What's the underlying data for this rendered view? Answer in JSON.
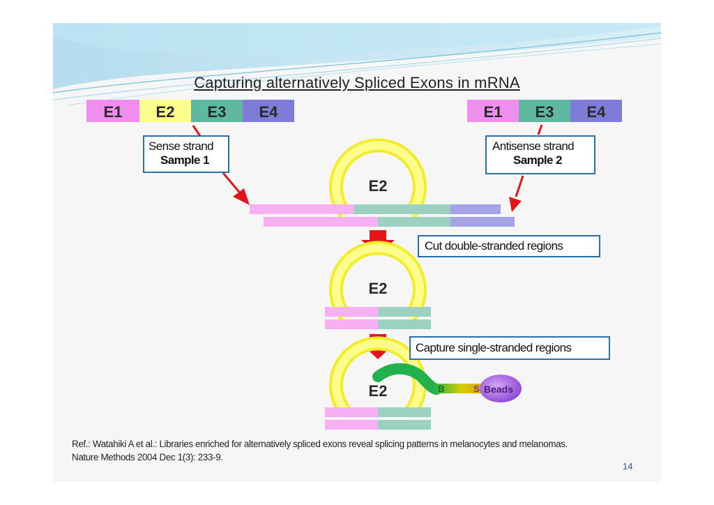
{
  "slide": {
    "title": "Capturing alternatively Spliced Exons in mRNA",
    "page_number": "14"
  },
  "sample1": {
    "exons": [
      "E1",
      "E2",
      "E3",
      "E4"
    ],
    "label_line1": "Sense strand",
    "label_line2": "Sample 1"
  },
  "sample2": {
    "exons": [
      "E1",
      "E3",
      "E4"
    ],
    "label_line1": "Antisense strand",
    "label_line2": "Sample 2"
  },
  "loop_label": "E2",
  "steps": {
    "cut": "Cut double-stranded regions",
    "capture": "Capture single-stranded regions"
  },
  "beads": {
    "biotin": "B",
    "streptavidin": "S",
    "label": "Beads"
  },
  "reference": {
    "line1": "Ref.: Watahiki A et al.: Libraries enriched for alternatively spliced exons reveal splicing patterns in melanocytes and melanomas.",
    "line2": "Nature Methods 2004 Dec 1(3): 233-9."
  },
  "colors": {
    "E1": "#f08ef0",
    "E2": "#fdfd8c",
    "E3": "#5fb8a0",
    "E4": "#7d7cd6",
    "arrow": "#e4141a",
    "box_border": "#2a6fa8",
    "loop": "#fff200",
    "green_probe": "#22b14c",
    "beads": "#9b59d6"
  }
}
